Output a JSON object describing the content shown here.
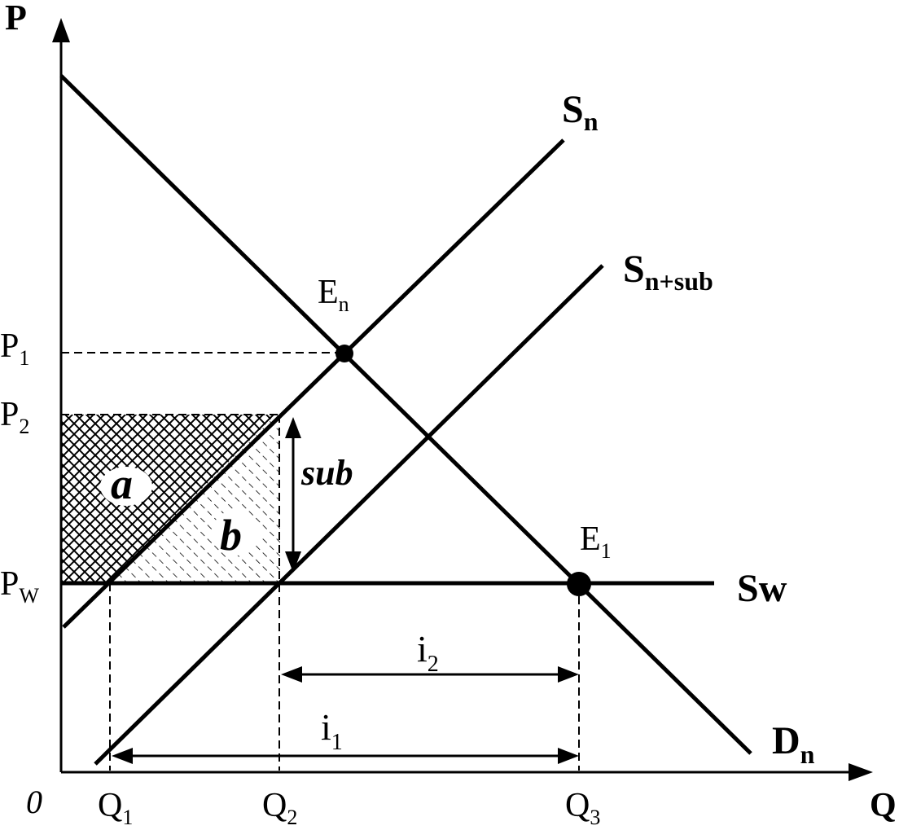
{
  "axes": {
    "y_label": "P",
    "x_label": "Q",
    "origin_label": "0"
  },
  "price_labels": {
    "p1": {
      "main": "P",
      "sub": "1"
    },
    "p2": {
      "main": "P",
      "sub": "2"
    },
    "pw": {
      "main": "P",
      "sub": "W"
    }
  },
  "quantity_labels": {
    "q1": {
      "main": "Q",
      "sub": "1"
    },
    "q2": {
      "main": "Q",
      "sub": "2"
    },
    "q3": {
      "main": "Q",
      "sub": "3"
    }
  },
  "curve_labels": {
    "sn": {
      "main": "S",
      "sub": "n"
    },
    "sn_sub": {
      "main": "S",
      "sub": "n+sub"
    },
    "dn": {
      "main": "D",
      "sub": "n"
    },
    "sw": "Sw"
  },
  "point_labels": {
    "en": {
      "main": "E",
      "sub": "n"
    },
    "e1": {
      "main": "E",
      "sub": "1"
    }
  },
  "area_labels": {
    "a": "a",
    "b": "b"
  },
  "subsidy_label": "sub",
  "import_labels": {
    "i1": {
      "main": "i",
      "sub": "1"
    },
    "i2": {
      "main": "i",
      "sub": "2"
    }
  }
}
